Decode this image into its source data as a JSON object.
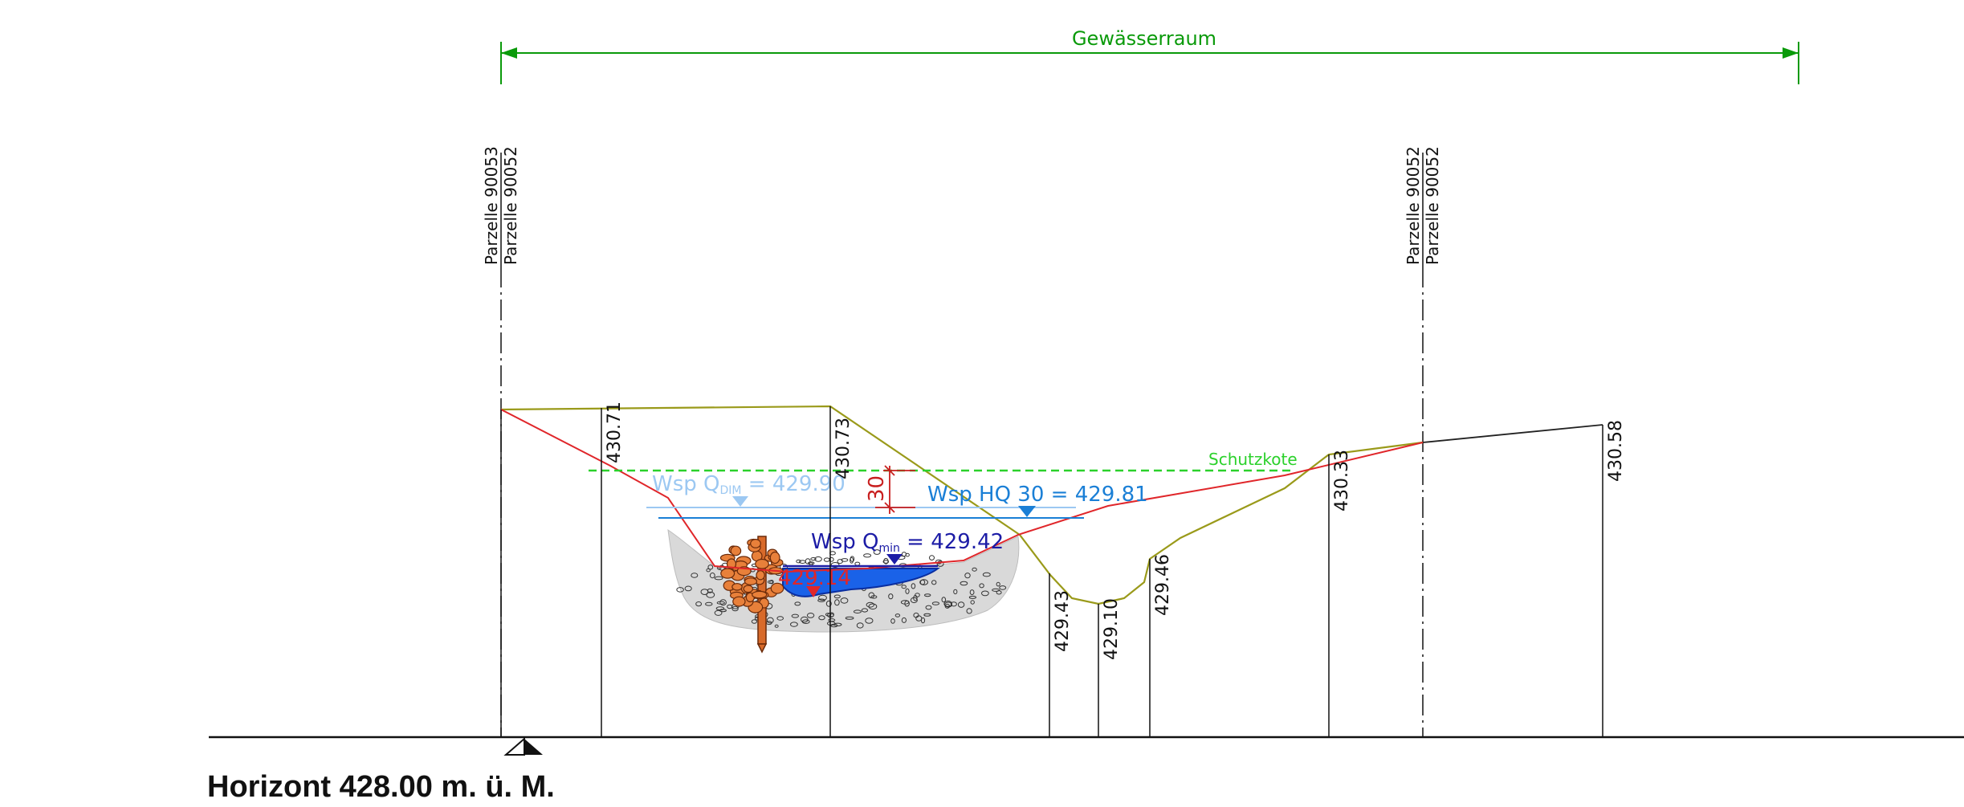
{
  "gewaesserraum": {
    "label": "Gewässerraum",
    "color": "#0a9a0a"
  },
  "parcels": {
    "left": {
      "top": "Parzelle 90053",
      "bottom": "Parzelle 90052"
    },
    "right": {
      "top": "Parzelle 90052",
      "bottom": "Parzelle 90052"
    }
  },
  "elevations": {
    "e1": "430.71",
    "e2": "430.73",
    "e3": "429.43",
    "e4": "429.10",
    "e5": "429.46",
    "e6": "430.33",
    "e7": "430.58"
  },
  "water_levels": {
    "dim": {
      "prefix": "Wsp Q",
      "sub": "DIM",
      "suffix": " = 429.90",
      "color": "#9cc8f2"
    },
    "hq30": {
      "label": "Wsp HQ 30 = 429.81",
      "color": "#1a7fd6"
    },
    "qmin": {
      "prefix": "Wsp Q",
      "sub": "min",
      "suffix": " = 429.42",
      "color": "#1c1ca6"
    },
    "bed": {
      "label": "429.14",
      "color": "#e0262a"
    }
  },
  "schutzkote": {
    "label": "Schutzkote",
    "color": "#2bd12b"
  },
  "freeboard": {
    "label": "30",
    "color": "#c81e1e"
  },
  "horizon": {
    "label": "Horizont  428.00 m. ü. M."
  },
  "colors": {
    "terrain_existing": "#9a9a1a",
    "terrain_project": "#e0262a",
    "gravel_fill": "#d9d9d9",
    "blocks": "#e8803a"
  }
}
